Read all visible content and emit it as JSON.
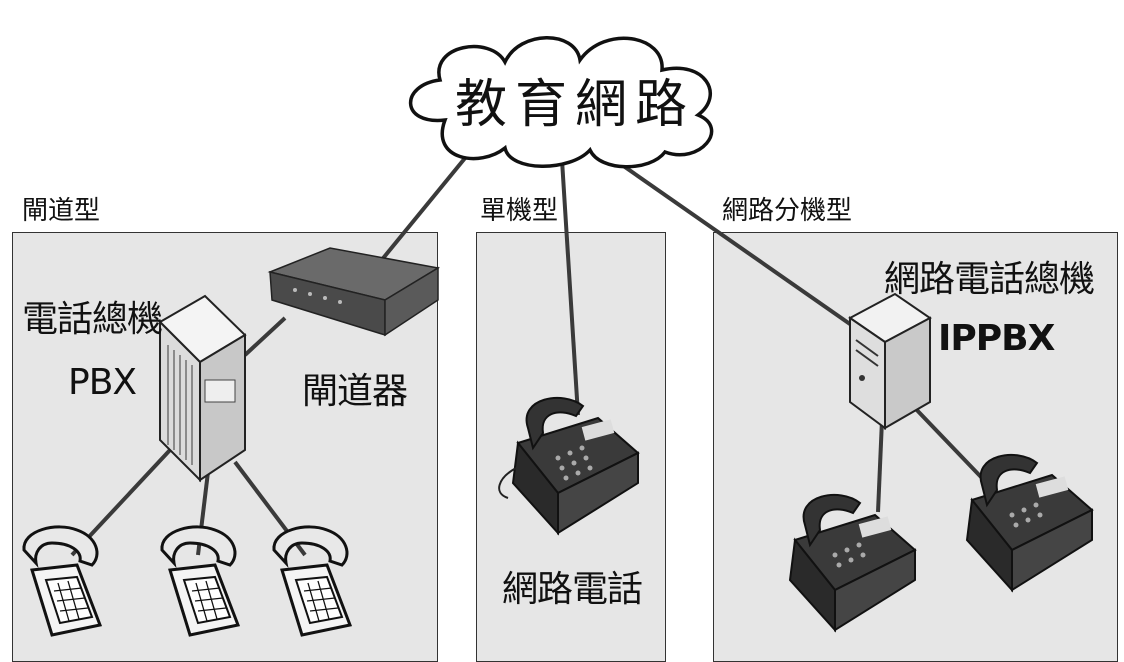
{
  "cloud": {
    "label": "教育網路"
  },
  "zones": {
    "gateway": {
      "title": "閘道型"
    },
    "standalone": {
      "title": "單機型"
    },
    "network": {
      "title": "網路分機型"
    }
  },
  "devices": {
    "pbx": {
      "line1": "電話總機",
      "line2": "PBX"
    },
    "gateway_device": {
      "label": "閘道器"
    },
    "ip_phone": {
      "label": "網路電話"
    },
    "ippbx": {
      "line1": "網路電話總機",
      "line2": "IPPBX"
    }
  },
  "colors": {
    "zone_fill": "#e6e6e6",
    "link": "#3a3a3a",
    "device_dark": "#2f2f2f"
  }
}
